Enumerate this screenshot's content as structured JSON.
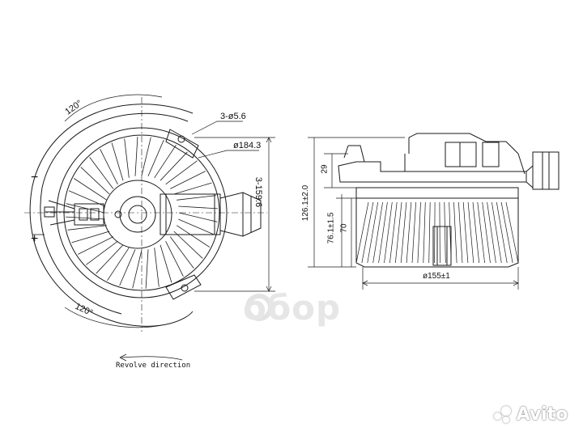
{
  "diagram": {
    "front_view": {
      "angle_top": "120°",
      "angle_bottom": "120°",
      "holes": "3-ø5.6",
      "diameter_outer": "ø184.3",
      "bolt_circle": "3-159.6",
      "minus_sign": "−",
      "plus_sign": "+",
      "revolve_label": "Revolve direction"
    },
    "side_view": {
      "height_total": "126.1±2.0",
      "height_top": "29",
      "height_mid": "76.1±1.5",
      "height_fan": "70",
      "diameter_fan": "ø155±1"
    }
  },
  "watermarks": {
    "center_brand": "oбop",
    "corner_brand": "Avito"
  },
  "colors": {
    "line": "#1a1a1a",
    "watermark_light": "#e3e3e3",
    "watermark_corner": "#ffffff"
  }
}
